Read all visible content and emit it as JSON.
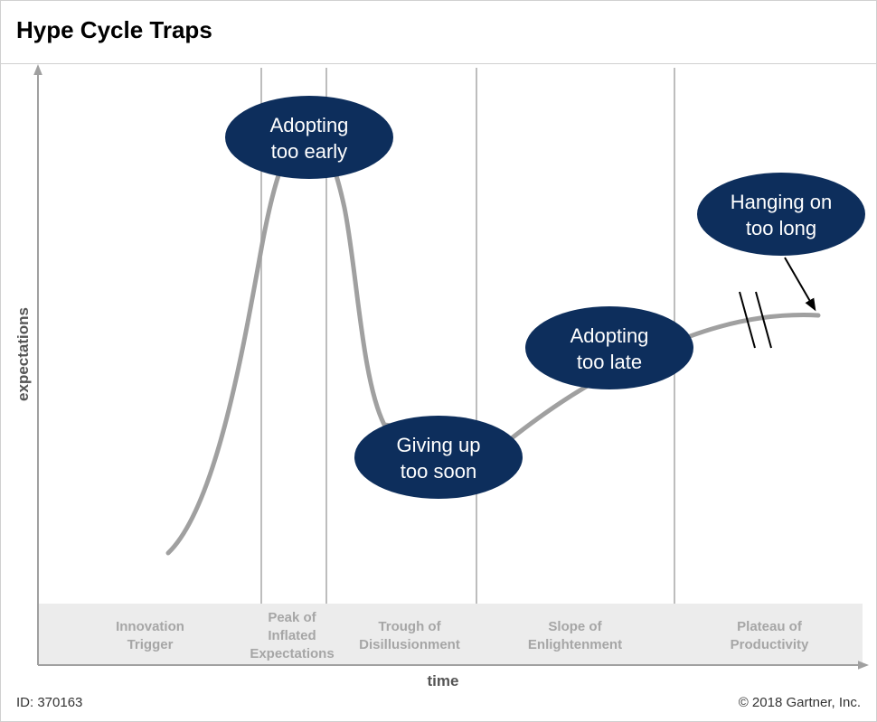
{
  "title": "Hype Cycle Traps",
  "axes": {
    "y_label": "expectations",
    "x_label": "time"
  },
  "phases": [
    {
      "line1": "Innovation",
      "line2": "Trigger",
      "line3": ""
    },
    {
      "line1": "Peak of",
      "line2": "Inflated",
      "line3": "Expectations"
    },
    {
      "line1": "Trough of",
      "line2": "Disillusionment",
      "line3": ""
    },
    {
      "line1": "Slope of",
      "line2": "Enlightenment",
      "line3": ""
    },
    {
      "line1": "Plateau of",
      "line2": "Productivity",
      "line3": ""
    }
  ],
  "traps": [
    {
      "line1": "Adopting",
      "line2": "too early"
    },
    {
      "line1": "Giving up",
      "line2": "too soon"
    },
    {
      "line1": "Adopting",
      "line2": "too late"
    },
    {
      "line1": "Hanging on",
      "line2": "too long"
    }
  ],
  "footer": {
    "id": "ID: 370163",
    "copyright": "© 2018 Gartner, Inc."
  },
  "colors": {
    "bubble_fill": "#0d2e5c",
    "curve": "#a0a0a0",
    "band": "#ececec",
    "divider": "#bdbdbd",
    "axis": "#a0a0a0"
  }
}
